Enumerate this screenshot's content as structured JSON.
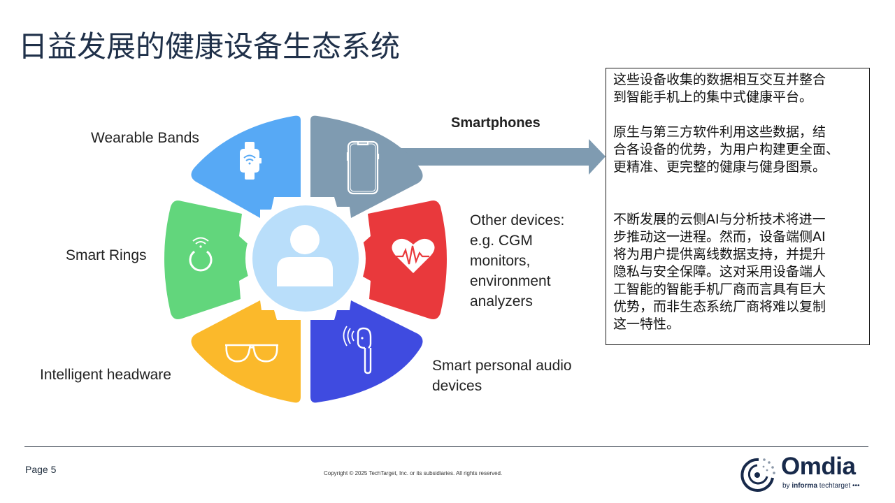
{
  "slide": {
    "title": "日益发展的健康设备生态系统"
  },
  "diagram": {
    "center": {
      "icon": "user-icon",
      "color": "#b9defa"
    },
    "segments": [
      {
        "id": "smartphones",
        "label": "Smartphones",
        "icon": "smartphone-icon",
        "color": "#7f9bb1"
      },
      {
        "id": "other-devices",
        "label_lines": [
          "Other devices:",
          "e.g. CGM",
          "monitors,",
          "environment",
          "analyzers"
        ],
        "icon": "heart-pulse-icon",
        "color": "#e9393c"
      },
      {
        "id": "audio",
        "label_lines": [
          "Smart personal audio",
          "devices"
        ],
        "icon": "earbud-icon",
        "color": "#3f4be0"
      },
      {
        "id": "headware",
        "label": "Intelligent headware",
        "icon": "glasses-icon",
        "color": "#fbb92b"
      },
      {
        "id": "rings",
        "label": "Smart Rings",
        "icon": "smart-ring-icon",
        "color": "#62d67c"
      },
      {
        "id": "bands",
        "label": "Wearable Bands",
        "icon": "smartwatch-icon",
        "color": "#57a9f5"
      }
    ],
    "arrow_color": "#7f9bb1"
  },
  "textbox": {
    "paragraph1_lines": [
      "这些设备收集的数据相互交互并整合",
      "到智能手机上的集中式健康平台。"
    ],
    "paragraph2_lines": [
      "原生与第三方软件利用这些数据，结",
      "合各设备的优势，为用户构建更全面、",
      "更精准、更完整的健康与健身图景。"
    ],
    "paragraph3_lines": [
      "不断发展的云侧AI与分析技术将进一",
      "步推动这一进程。然而，设备端侧AI",
      "将为用户提供离线数据支持，并提升",
      "隐私与安全保障。这对采用设备端人",
      "工智能的智能手机厂商而言具有巨大",
      "优势，而非生态系统厂商将难以复制",
      "这一特性。"
    ]
  },
  "footer": {
    "page": "Page 5",
    "copyright": "Copyright © 2025 TechTarget, Inc. or its subsidiaries. All rights reserved.",
    "logo": {
      "word": "Omdia",
      "sub_prefix": "by",
      "sub_bold": "informa",
      "sub_suffix": "techtarget •••"
    }
  }
}
